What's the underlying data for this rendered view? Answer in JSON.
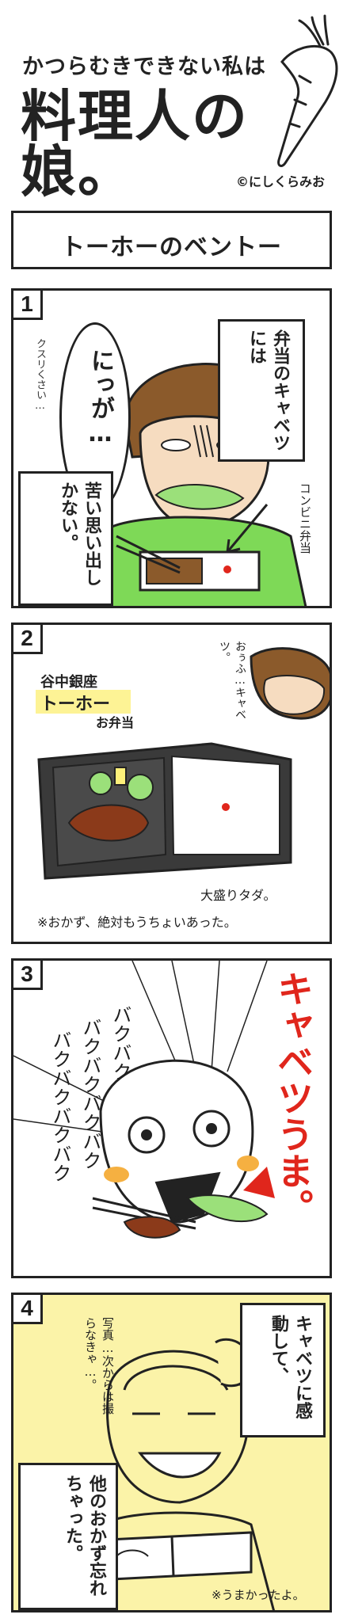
{
  "header": {
    "subtitle": "かつらむきできない私は",
    "title": "料理人の娘。",
    "credit": "©にしくらみお"
  },
  "episode_title": "トーホーのベントー",
  "panels": [
    {
      "number": "1",
      "narration_top": "弁当のキャベツには",
      "speech": "にっが…",
      "aside": "クスリくさい…",
      "narration_bottom": "苦い思い出しかない。",
      "label": "コンビニ弁当"
    },
    {
      "number": "2",
      "shop_line1": "谷中銀座",
      "shop_line2": "トーホー",
      "shop_line3": "お弁当",
      "mutter": "おぅふ…キャベツ。",
      "rice_note": "大盛りタダ。",
      "footnote": "※おかず、絶対もうちょいあった。"
    },
    {
      "number": "3",
      "sfx_col1": "バクバク",
      "sfx_col2": "バクバクバクバク",
      "sfx_col3": "バクバクバクバク",
      "exclaim": "キャベツうま。"
    },
    {
      "number": "4",
      "narration_top": "キャベツに感動して、",
      "aside": "写真…次からは撮らなきゃ…。",
      "narration_bottom": "他のおかず忘れちゃった。",
      "footnote": "※うまかったよ。"
    }
  ],
  "colors": {
    "ink": "#222222",
    "panel4_bg": "#fbf3a8",
    "green_shirt": "#7ed957",
    "hair_brown": "#8b5a2b",
    "cabbage_green": "#9be07a",
    "highlight_yellow": "#fdf07a",
    "sfx_red": "#e0261c"
  }
}
